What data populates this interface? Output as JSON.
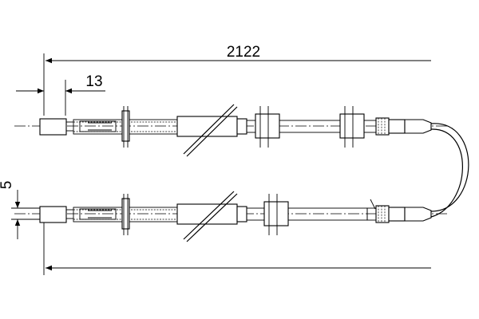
{
  "dimensions": {
    "overall_length": "2122",
    "end_fitting_length": "13",
    "nipple_diameter": "5"
  },
  "colors": {
    "line": "#000000",
    "background": "#ffffff"
  }
}
